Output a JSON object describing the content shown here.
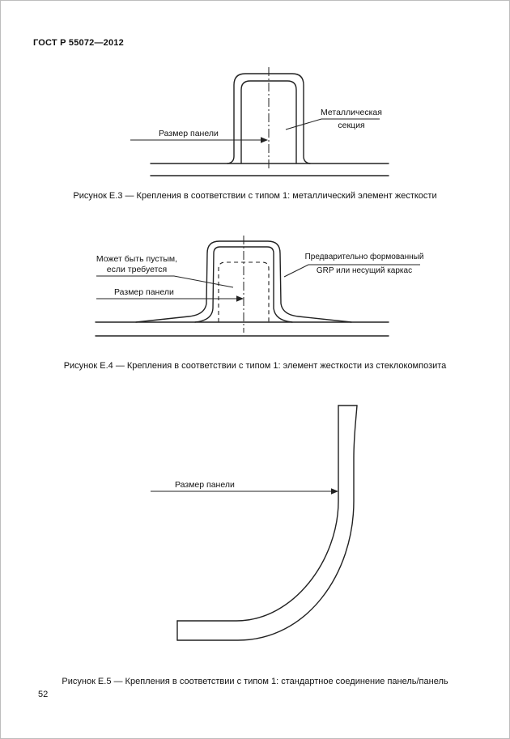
{
  "page": {
    "header": "ГОСТ Р 55072—2012",
    "page_number": "52"
  },
  "figures": [
    {
      "labels": {
        "panel_size": "Размер панели",
        "metal_section_line1": "Металлическая",
        "metal_section_line2": "секция"
      },
      "caption": "Рисунок Е.3 — Крепления в соответствии с типом 1: металлический элемент жесткости"
    },
    {
      "labels": {
        "may_be_empty_line1": "Может быть пустым,",
        "may_be_empty_line2": "если требуется",
        "panel_size": "Размер панели",
        "grp_line1": "Предварительно формованный",
        "grp_line2": "GRP или несущий каркас"
      },
      "caption": "Рисунок Е.4 — Крепления в соответствии с типом 1: элемент жесткости из стеклокомпозита"
    },
    {
      "labels": {
        "panel_size": "Размер панели"
      },
      "caption": "Рисунок Е.5 — Крепления в соответствии с типом 1: стандартное соединение панель/панель"
    }
  ]
}
